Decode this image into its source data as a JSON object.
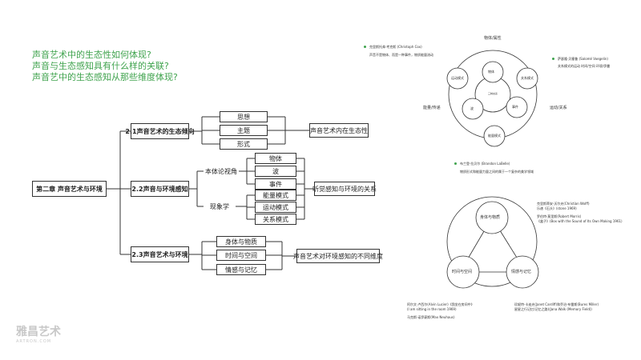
{
  "questions": [
    "声音艺术中的生态性如何体现?",
    "声音与生态感知具有什么样的关联?",
    "声音艺中的生态感知从那些维度体现?"
  ],
  "tree": {
    "root": "第二章  声音艺术与环境",
    "s21": {
      "title": "2.1声音艺术的生态倾向",
      "items": [
        "思想",
        "主题",
        "形式"
      ],
      "result": "声音艺术内在生态性"
    },
    "s22": {
      "title": "2.2声音与环境感知",
      "ontology": {
        "label": "本体论视角",
        "items": [
          "物体",
          "波",
          "事件"
        ]
      },
      "phenomenology": {
        "label": "现象学",
        "items": [
          "能量模式",
          "运动模式",
          "关系模式"
        ]
      },
      "result": "听觉感知与环境的关系"
    },
    "s23": {
      "title": "2.3声音艺术与环境",
      "items": [
        "身体与物质",
        "时间与空间",
        "情感与记忆"
      ],
      "result": "声音艺术对环境感知的不同维度"
    }
  },
  "diagram_top": {
    "top_label": "物体/属性",
    "circles": [
      "物体",
      "关系模式",
      "运动模式",
      "事件",
      "波",
      "能量模式"
    ],
    "center_small": "三种关系",
    "left_label": "能量/传递",
    "right_label": "运动/关系",
    "refs": {
      "left": {
        "name": "克里斯托弗·考克斯 (Christoph Cox)",
        "desc": "声音不是物体、而是一种事件，物质能量流动"
      },
      "right": {
        "name": "萨瑟隆·贝塞鲁 (Salomé Voegelin)",
        "desc": "关系模式的运动 时间/空间 环境/伊曼"
      },
      "bottom": {
        "name": "布兰登·拉贝尔 (Brandon LaBelle)",
        "desc": "物质形式和能量力量之间的属于一个复杂的美学领域"
      }
    }
  },
  "diagram_bottom": {
    "nodes": [
      "身体与物质",
      "时间与空间",
      "情感与记忆"
    ],
    "refs_right": [
      "克里斯蒂安·沃尔夫(Christian Wolff)",
      "乐谱《石头》(stone 1969)",
      "罗伯特·莫里斯(Robert Morris)",
      "《盒子》(Box with the Sound of Its Own Making 1961)"
    ],
    "refs_bottom_left": [
      "阿尔文·卢西尔(Alvin Lucier)《我坐在房间中》",
      "(I am sitting in the room 1969)",
      "马克斯·诺伊豪斯(Max Neuhaus)"
    ],
    "refs_bottom_right": [
      "珍妮特·卡迪夫(Janet Cardiff)和乔治·布雷斯(Bures Miller)",
      "星星之行记忆(记忆之路)(Jana Walk (Memory Field))"
    ]
  },
  "watermark": {
    "main": "雅昌艺术",
    "sub": "ARTRON.COM"
  }
}
